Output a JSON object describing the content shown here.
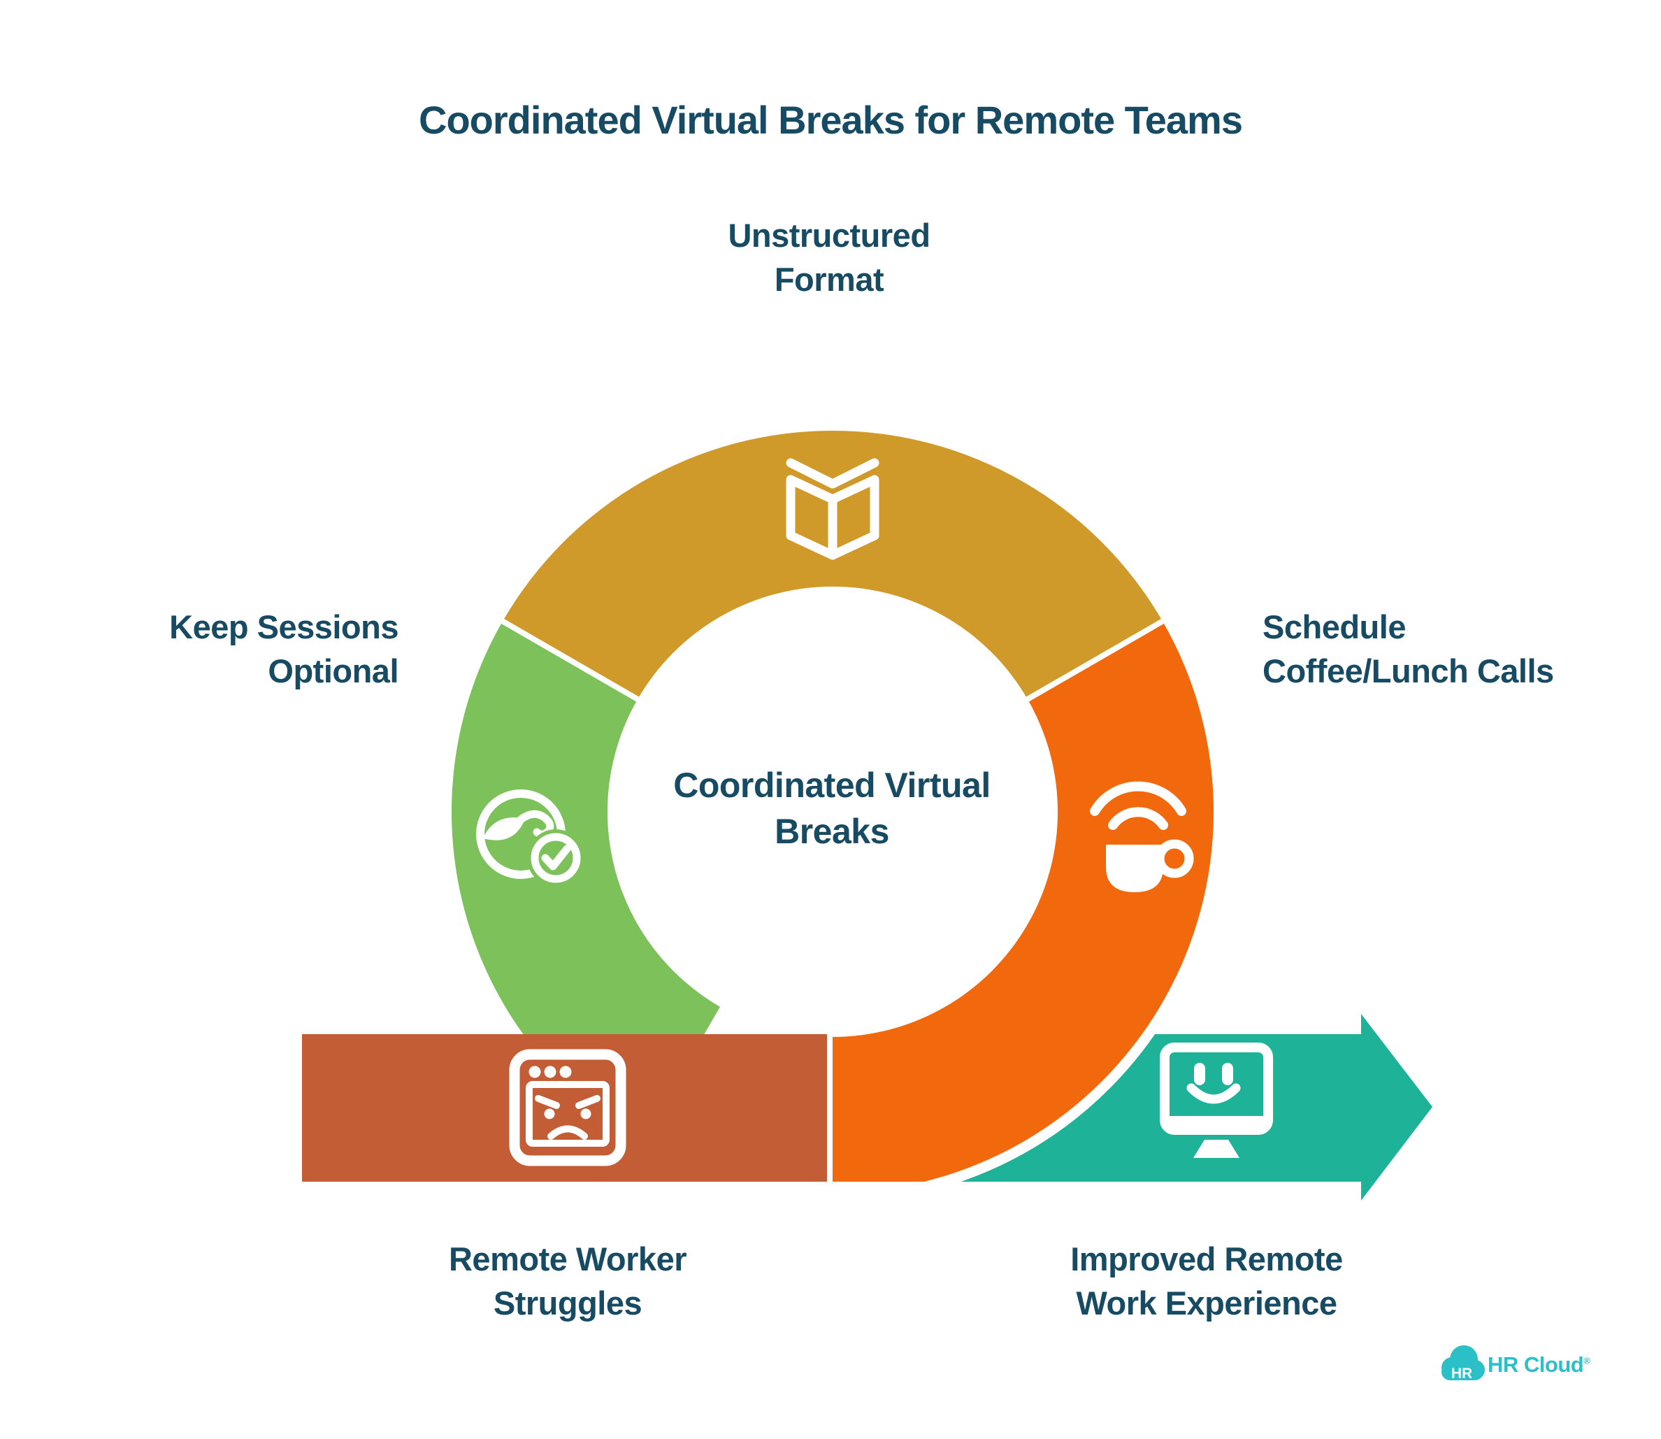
{
  "title": "Coordinated Virtual Breaks for Remote Teams",
  "center_label": "Coordinated Virtual\nBreaks",
  "colors": {
    "bg": "#FFFFFF",
    "navy": "#174A63",
    "gold": "#D09A2B",
    "green": "#7CC159",
    "orange": "#F2690D",
    "brown": "#C25D36",
    "teal": "#1EB399",
    "brand_teal": "#2BBFC8",
    "white": "#FFFFFF"
  },
  "segments": {
    "top": {
      "label": "Unstructured\nFormat",
      "icon": "open-book-icon",
      "color": "gold"
    },
    "left": {
      "label": "Keep Sessions\nOptional",
      "icon": "sync-check-icon",
      "color": "green"
    },
    "right": {
      "label": "Schedule\nCoffee/Lunch Calls",
      "icon": "wifi-coffee-icon",
      "color": "orange"
    },
    "bottom_left": {
      "label": "Remote Worker\nStruggles",
      "icon": "angry-browser-icon",
      "color": "brown"
    },
    "bottom_right": {
      "label": "Improved Remote\nWork Experience",
      "icon": "smiling-monitor-icon",
      "color": "teal"
    }
  },
  "logo": {
    "badge_text": "HR",
    "wordmark": "HR Cloud",
    "registered_mark": "®"
  }
}
